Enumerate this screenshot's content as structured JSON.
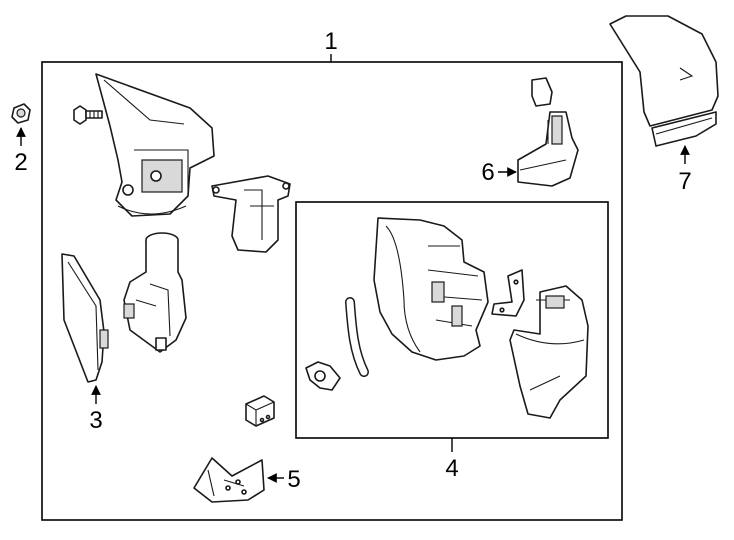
{
  "callouts": [
    {
      "id": "1",
      "label": "1"
    },
    {
      "id": "2",
      "label": "2"
    },
    {
      "id": "3",
      "label": "3"
    },
    {
      "id": "4",
      "label": "4"
    },
    {
      "id": "5",
      "label": "5"
    },
    {
      "id": "6",
      "label": "6"
    },
    {
      "id": "7",
      "label": "7"
    }
  ],
  "colors": {
    "line": "#1a1a1a",
    "shade": "#d9d9d9",
    "background": "#ffffff"
  }
}
